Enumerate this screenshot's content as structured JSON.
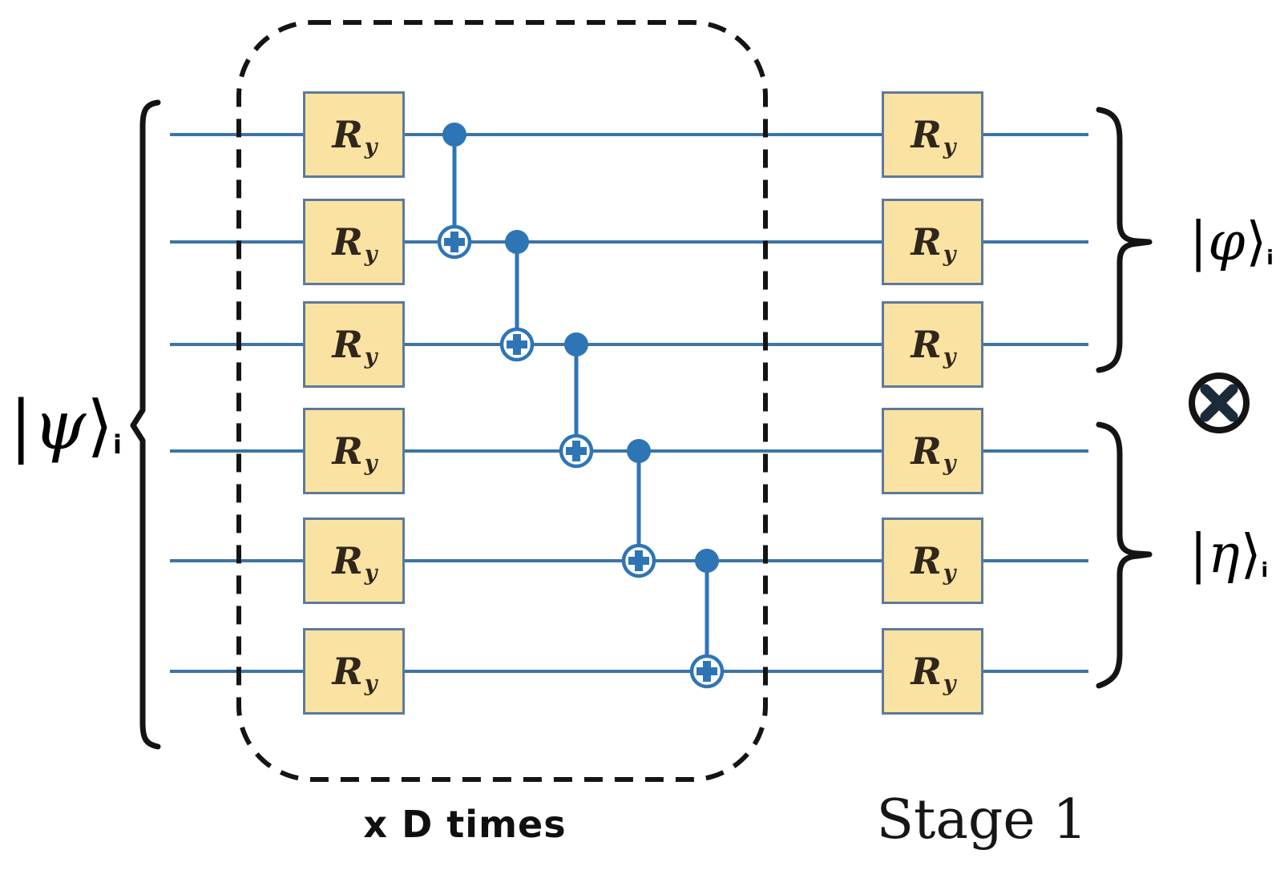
{
  "labels": {
    "input": {
      "bar": "|",
      "letter": "ψ",
      "rangle": "⟩",
      "sub": "i"
    },
    "phi": {
      "bar": "|",
      "letter": "φ",
      "rangle": "⟩",
      "sub": "i"
    },
    "eta": {
      "bar": "|",
      "letter": "η",
      "rangle": "⟩",
      "sub": "i"
    },
    "repeat": "x D times",
    "stage": "Stage 1"
  },
  "gate": {
    "main": "R",
    "sub": "y"
  },
  "circuit": {
    "qubits": 6,
    "entangling_block": {
      "description": "layer of Ry rotations on all 6 qubits followed by a cascade of CNOTs, repeated D times",
      "cnot_pairs": [
        [
          1,
          2
        ],
        [
          2,
          3
        ],
        [
          3,
          4
        ],
        [
          4,
          5
        ],
        [
          5,
          6
        ]
      ]
    },
    "stage1_block": {
      "description": "layer of Ry rotations on all 6 qubits"
    },
    "outputs": {
      "top_bracket_qubits": [
        1,
        2,
        3
      ],
      "bottom_bracket_qubits": [
        4,
        5,
        6
      ],
      "combined_by": "tensor-product"
    }
  },
  "icons": {
    "tensor_product": "circled-times"
  },
  "colors": {
    "wire": "#3c74a6",
    "cnot": "#2e75b6",
    "gate_fill": "#fae2a2",
    "gate_border": "#5d7a99",
    "gate_text": "#30271a",
    "outline": "#141414",
    "tensor_x": "#1c2b3a"
  }
}
